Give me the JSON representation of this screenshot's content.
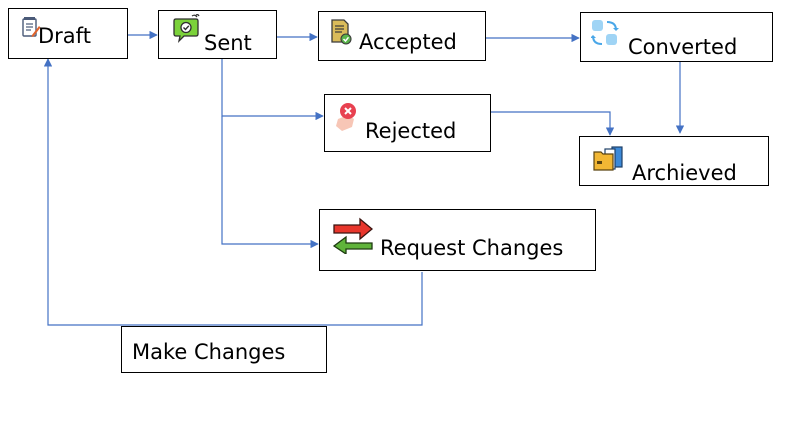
{
  "colors": {
    "connector": "#4472C4",
    "box_border": "#000000",
    "text": "#000000"
  },
  "nodes": {
    "draft": {
      "label": "Draft",
      "icon": "notepad-pencil-icon"
    },
    "sent": {
      "label": "Sent",
      "icon": "chat-checkmark-icon"
    },
    "accepted": {
      "label": "Accepted",
      "icon": "document-approved-icon"
    },
    "converted": {
      "label": "Converted",
      "icon": "convert-squares-icon"
    },
    "rejected": {
      "label": "Rejected",
      "icon": "hand-reject-icon"
    },
    "archived": {
      "label": "Archieved",
      "icon": "folders-icon"
    },
    "request": {
      "label": "Request Changes",
      "icon": "swap-arrows-icon"
    },
    "make": {
      "label": "Make Changes"
    }
  }
}
